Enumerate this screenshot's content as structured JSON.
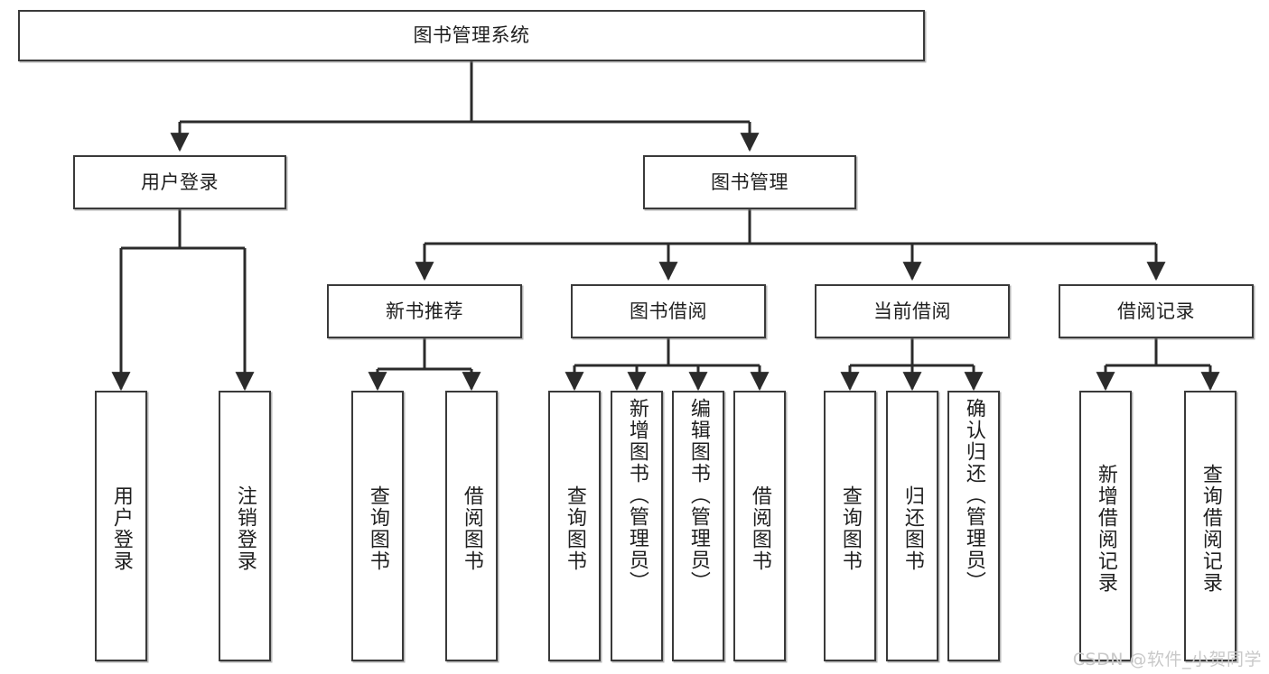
{
  "diagram": {
    "type": "tree-hierarchy-chart",
    "title": "图书管理系统",
    "root": {
      "label": "图书管理系统"
    },
    "level2": [
      {
        "label": "用户登录"
      },
      {
        "label": "图书管理"
      }
    ],
    "level3": [
      {
        "label": "新书推荐"
      },
      {
        "label": "图书借阅"
      },
      {
        "label": "当前借阅"
      },
      {
        "label": "借阅记录"
      }
    ],
    "leaves": {
      "user_login": [
        {
          "label": "用户登录"
        },
        {
          "label": "注销登录"
        }
      ],
      "new_book_recommend": [
        {
          "label": "查询图书"
        },
        {
          "label": "借阅图书"
        }
      ],
      "book_borrow": [
        {
          "label": "查询图书"
        },
        {
          "label": "新增图书（管理员）"
        },
        {
          "label": "编辑图书（管理员）"
        },
        {
          "label": "借阅图书"
        }
      ],
      "current_borrow": [
        {
          "label": "查询图书"
        },
        {
          "label": "归还图书"
        },
        {
          "label": "确认归还（管理员）"
        }
      ],
      "borrow_record": [
        {
          "label": "新增借阅记录"
        },
        {
          "label": "查询借阅记录"
        }
      ]
    }
  },
  "watermark": {
    "text": "CSDN @软件_小贺同学"
  },
  "colors": {
    "border": "#3a3a3a",
    "connector": "#2b2b2b",
    "text": "#1f1f1f",
    "background": "#ffffff",
    "watermark": "#c9c9c9"
  }
}
